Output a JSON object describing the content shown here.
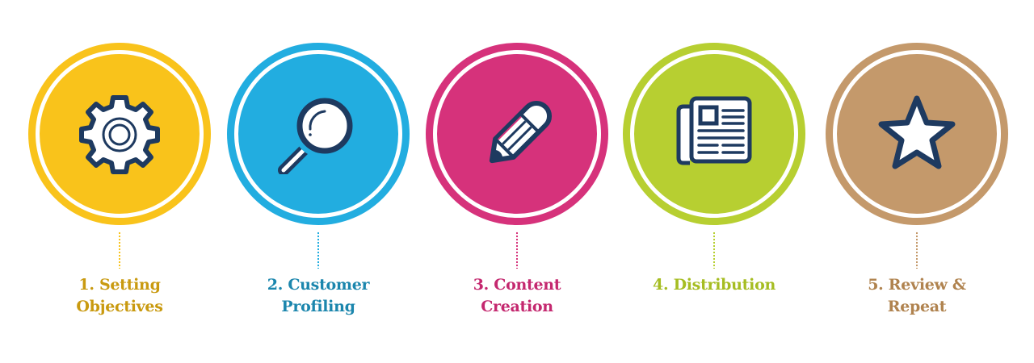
{
  "steps": [
    {
      "number": "1.",
      "line1": "1. Setting",
      "line2": "Objectives",
      "icon": "gear-icon",
      "circle_color": "#f9c31b",
      "text_color": "#c99a10"
    },
    {
      "number": "2.",
      "line1": "2. Customer",
      "line2": "Profiling",
      "icon": "magnifier-icon",
      "circle_color": "#22ade0",
      "text_color": "#1b86ad"
    },
    {
      "number": "3.",
      "line1": "3. Content",
      "line2": "Creation",
      "icon": "pencil-icon",
      "circle_color": "#d6327b",
      "text_color": "#c4286f"
    },
    {
      "number": "4.",
      "line1": "4. Distribution",
      "line2": "",
      "icon": "newspaper-icon",
      "circle_color": "#b7cf31",
      "text_color": "#a6bd22"
    },
    {
      "number": "5.",
      "line1": "5. Review &",
      "line2": "Repeat",
      "icon": "star-icon",
      "circle_color": "#c4996b",
      "text_color": "#b0834f"
    }
  ],
  "icon_stroke_color": "#1e3a60"
}
